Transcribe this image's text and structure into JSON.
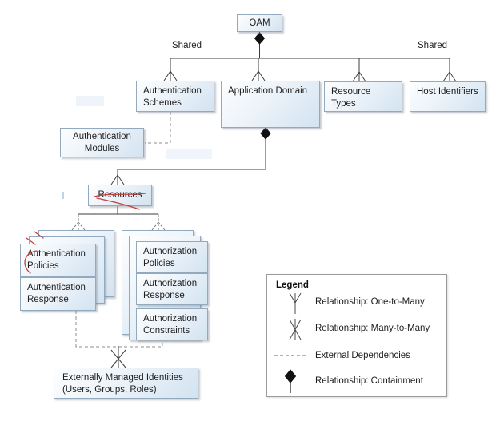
{
  "diagram": {
    "nodes": {
      "oam": "OAM",
      "auth_schemes": "Authentication Schemes",
      "app_domain": "Application Domain",
      "resource_types": "Resource Types",
      "host_identifiers": "Host Identifiers",
      "auth_modules": "Authentication Modules",
      "resources": "Resources",
      "authn_policies": "Authentication Policies",
      "authn_response": "Authentication Response",
      "authz_policies": "Authorization Policies",
      "authz_response": "Authorization Response",
      "authz_constraints": "Authorization Constraints",
      "identities_line1": "Externally Managed Identities",
      "identities_line2": "(Users, Groups, Roles)"
    },
    "labels": {
      "shared_left": "Shared",
      "shared_right": "Shared"
    }
  },
  "legend": {
    "title": "Legend",
    "items": [
      {
        "icon": "one-to-many-icon",
        "label": "Relationship: One-to-Many"
      },
      {
        "icon": "many-to-many-icon",
        "label": "Relationship: Many-to-Many"
      },
      {
        "icon": "external-dependencies-icon",
        "label": "External Dependencies"
      },
      {
        "icon": "containment-icon",
        "label": "Relationship: Containment"
      }
    ]
  },
  "colors": {
    "node_border": "#93a9bd",
    "node_fill_light": "#fdfeff",
    "node_fill_dark": "#d3e3f1",
    "connector": "#3c3c3c",
    "dashed_connector": "#8c8c8c",
    "annotation_red": "#c0413d"
  }
}
